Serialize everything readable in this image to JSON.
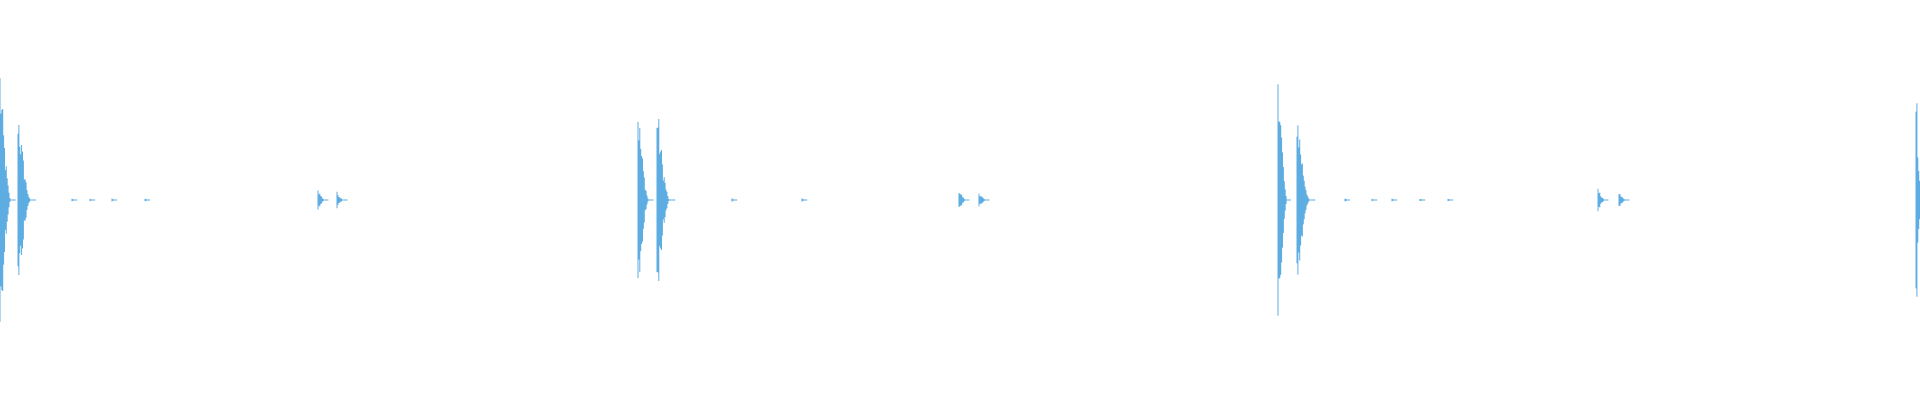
{
  "waveform": {
    "color": "#5DADE2",
    "background": "#FFFFFF",
    "amplitude_range": [
      -1,
      1
    ],
    "time_range": [
      0,
      1920
    ],
    "bursts": [
      {
        "t": 0,
        "amp": 0.86,
        "decay": 12
      },
      {
        "t": 18,
        "amp": 0.62,
        "decay": 14
      },
      {
        "t": 72,
        "amp": 0.01,
        "decay": 4
      },
      {
        "t": 90,
        "amp": 0.01,
        "decay": 4
      },
      {
        "t": 112,
        "amp": 0.01,
        "decay": 4
      },
      {
        "t": 145,
        "amp": 0.01,
        "decay": 4
      },
      {
        "t": 318,
        "amp": 0.07,
        "decay": 8
      },
      {
        "t": 337,
        "amp": 0.05,
        "decay": 8
      },
      {
        "t": 638,
        "amp": 0.63,
        "decay": 12
      },
      {
        "t": 657,
        "amp": 0.63,
        "decay": 14
      },
      {
        "t": 732,
        "amp": 0.01,
        "decay": 4
      },
      {
        "t": 802,
        "amp": 0.01,
        "decay": 4
      },
      {
        "t": 959,
        "amp": 0.07,
        "decay": 8
      },
      {
        "t": 979,
        "amp": 0.05,
        "decay": 8
      },
      {
        "t": 1278,
        "amp": 1.0,
        "decay": 10
      },
      {
        "t": 1297,
        "amp": 0.62,
        "decay": 14
      },
      {
        "t": 1345,
        "amp": 0.01,
        "decay": 4
      },
      {
        "t": 1372,
        "amp": 0.01,
        "decay": 4
      },
      {
        "t": 1392,
        "amp": 0.01,
        "decay": 4
      },
      {
        "t": 1420,
        "amp": 0.01,
        "decay": 4
      },
      {
        "t": 1448,
        "amp": 0.01,
        "decay": 4
      },
      {
        "t": 1598,
        "amp": 0.07,
        "decay": 8
      },
      {
        "t": 1619,
        "amp": 0.05,
        "decay": 8
      },
      {
        "t": 1916,
        "amp": 0.86,
        "decay": 6
      }
    ]
  }
}
